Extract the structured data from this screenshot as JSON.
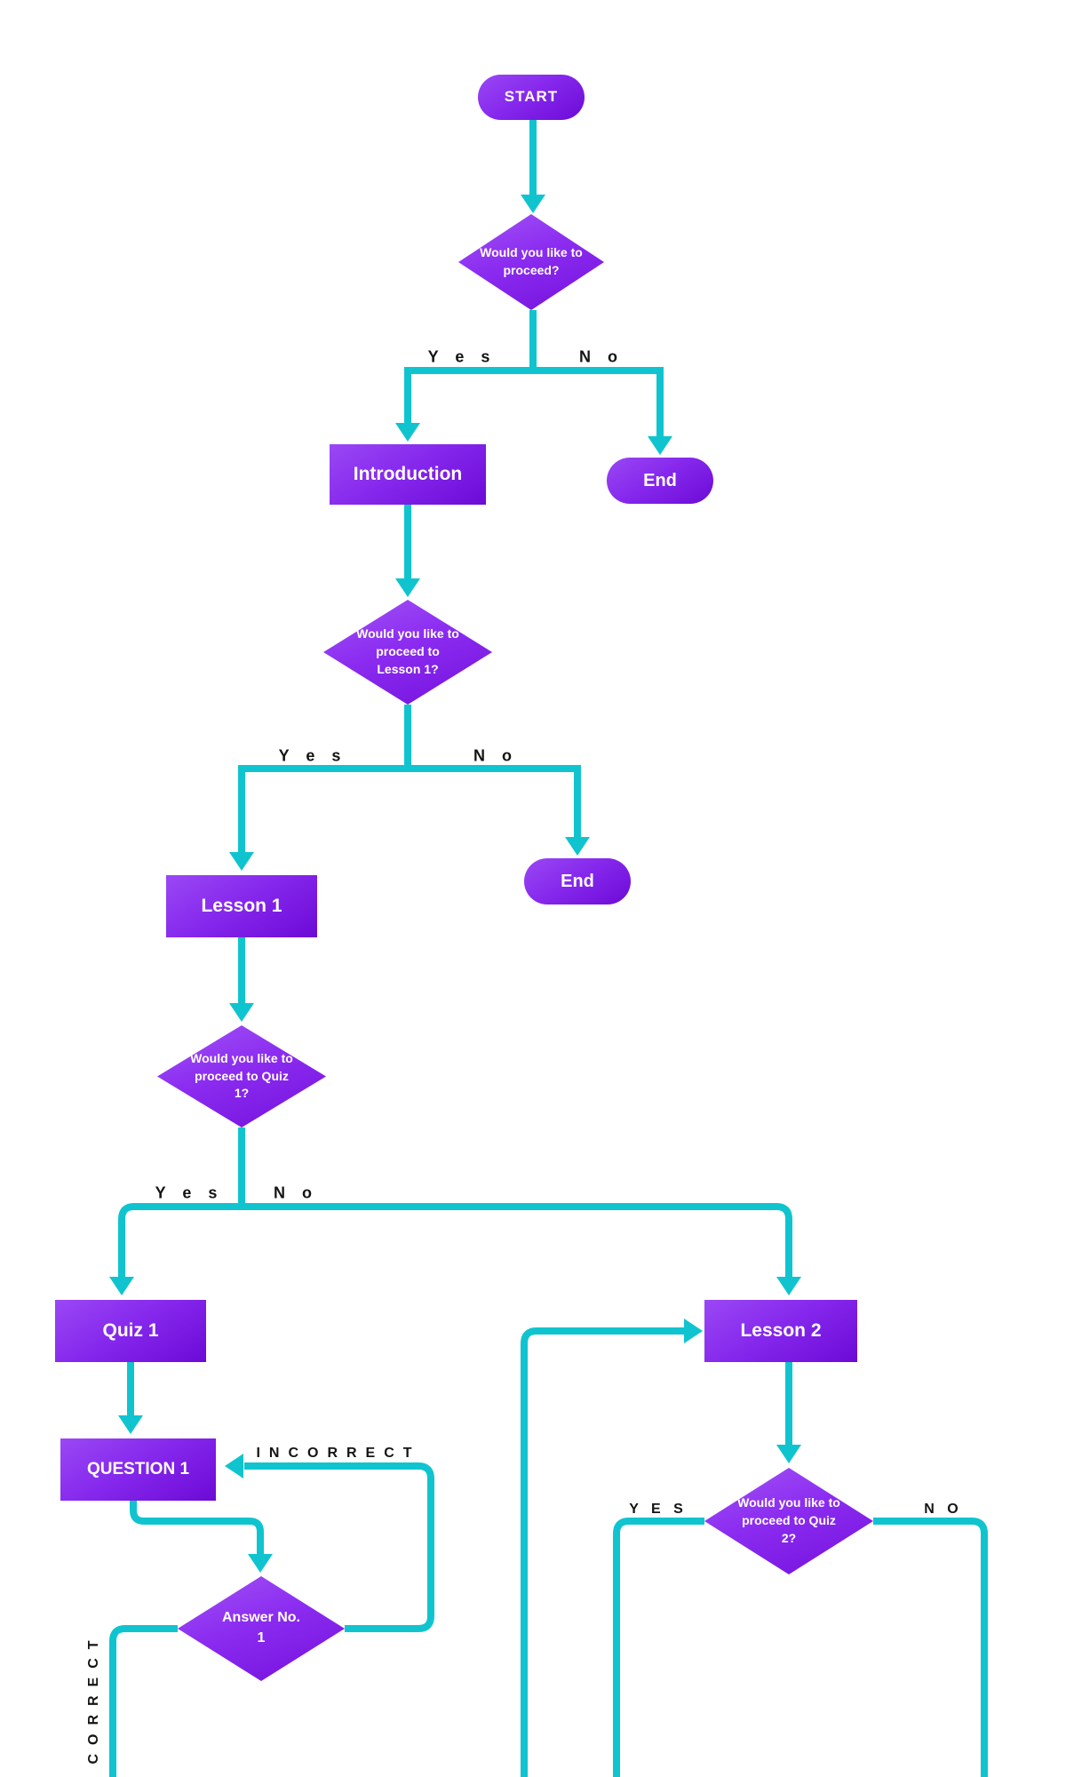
{
  "flowchart": {
    "colors": {
      "connector_teal": "#10C4CF",
      "node_purple_light": "#9A48F5",
      "node_purple_dark": "#6C0AD6",
      "branch_label_color": "#141414",
      "node_text_color": "#FFFFFF"
    },
    "nodes": {
      "start": {
        "label": "START",
        "type": "terminator"
      },
      "decision1": {
        "label": "Would you like to proceed?",
        "type": "decision"
      },
      "introduction": {
        "label": "Introduction",
        "type": "process"
      },
      "end1": {
        "label": "End",
        "type": "terminator"
      },
      "decision2": {
        "label": "Would you like to proceed to Lesson 1?",
        "type": "decision"
      },
      "lesson1": {
        "label": "Lesson 1",
        "type": "process"
      },
      "end2": {
        "label": "End",
        "type": "terminator"
      },
      "decision3": {
        "label": "Would you like to proceed to Quiz 1?",
        "type": "decision"
      },
      "quiz1": {
        "label": "Quiz 1",
        "type": "process"
      },
      "lesson2": {
        "label": "Lesson 2",
        "type": "process"
      },
      "question1": {
        "label": "QUESTION 1",
        "type": "process"
      },
      "answer1": {
        "label": "Answer No. 1",
        "type": "decision"
      },
      "decision4": {
        "label": "Would you like to proceed to Quiz 2?",
        "type": "decision"
      }
    },
    "edge_labels": {
      "yes1": "Y e s",
      "no1": "N o",
      "yes2": "Y e s",
      "no2": "N o",
      "yes3": "Y e s",
      "no3": "N o",
      "incorrect": "INCORRECT",
      "correct": "CORRECT",
      "yes4": "Y E S",
      "no4": "N O"
    }
  }
}
